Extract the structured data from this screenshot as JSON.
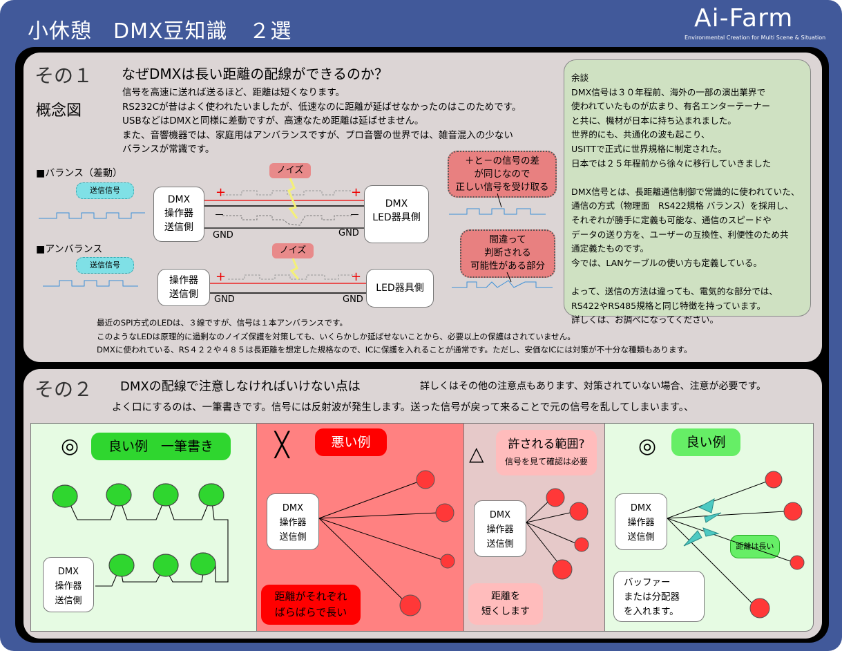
{
  "header": {
    "title": "小休憩　DMX豆知識　２選",
    "logo": "Ai-Farm",
    "logo_sub": "Environmental Creation for Multi Scene & Situation"
  },
  "part1": {
    "label": "その１",
    "heading": "なぜDMXは長い距離の配線ができるのか？",
    "concept": "概念図",
    "intro": [
      "信号を高速に送れば送るほど、距離は短くなります。",
      "RS232Cが昔はよく使われたいましたが、低速なのに距離が延ばせなかったのはこのためです。",
      "USBなどはDMXと同様に差動ですが、高速なため距離は延ばせません。",
      "また、音響機器では、家庭用はアンバランスですが、プロ音響の世界では、雑音混入の少ない",
      "バランスが常識です。"
    ],
    "balanced": {
      "label": "■バランス（差動）",
      "tag": "送信信号",
      "noise": "ノイズ",
      "plus": "+",
      "minus": "－",
      "gnd": "GND",
      "tx": [
        "DMX",
        "操作器",
        "送信側"
      ],
      "rx": [
        "DMX",
        "LED器具側"
      ],
      "bubble": [
        "＋と－の信号の差",
        "が同じなので",
        "正しい信号を受け取る"
      ]
    },
    "unbalanced": {
      "label": "■アンバランス",
      "tag": "送信信号",
      "noise": "ノイズ",
      "plus": "+",
      "gnd": "GND",
      "tx": [
        "操作器",
        "送信側"
      ],
      "rx": [
        "LED器具側"
      ],
      "bubble": [
        "間違って",
        "判断される",
        "可能性がある部分"
      ]
    },
    "aside": [
      "余談",
      "DMX信号は３０年程前、海外の一部の演出業界で",
      "使われていたものが広まり、有名エンターテーナー",
      "と共に、機材が日本に持ち込まれました。",
      "世界的にも、共通化の波も起こり、",
      "USITTで正式に世界規格に制定された。",
      "日本では２５年程前から徐々に移行していきました",
      "",
      "DMX信号とは、長距離通信制御で常識的に使われていた、",
      "通信の方式（物理面　RS422規格 バランス）を採用し、",
      "それぞれが勝手に定義も可能な、通信のスピードや",
      "データの送り方を、ユーザーの互換性、利便性のため共",
      "通定義たものです。",
      "今では、LANケーブルの使い方も定義している。",
      "",
      "よって、送信の方法は違っても、電気的な部分では、",
      "RS422やRS485規格と同じ特徴を持っています。",
      "詳しくは、お調べになってください。"
    ],
    "footer": [
      "最近のSPI方式のLEDは、３線ですが、信号は１本アンバランスです。",
      "このようなLEDは原理的に過剰なのノイズ保護を対策しても、いくらかしか延ばせないことから、必要以上の保護はされていません。",
      "DMXに使われている、RS４２２や４８５は長距離を想定した規格なので、ICに保護を入れることが通常です。ただし、安価なICには対策が不十分な種類もあります。"
    ]
  },
  "part2": {
    "label": "その２",
    "heading": "DMXの配線で注意しなければいけない点は",
    "heading_note": "詳しくはその他の注意点もあります、対策されていない場合、注意が必要です。",
    "intro": "よく口にするのは、一筆書きです。信号には反射波が発生します。送った信号が戻って来ることで元の信号を乱してしまいます。、",
    "dmx": [
      "DMX",
      "操作器",
      "送信側"
    ],
    "good1": {
      "mark": "◎",
      "title": "良い例　一筆書き"
    },
    "bad": {
      "mark": "╳",
      "title": "悪い例",
      "note": [
        "距離がそれぞれ",
        "ばらばらで長い"
      ]
    },
    "ok": {
      "mark": "△",
      "title": "許される範囲?",
      "sub": "信号を見て確認は必要",
      "note": [
        "距離を",
        "短くします"
      ]
    },
    "good2": {
      "mark": "◎",
      "title": "良い例",
      "len": "距離は長い",
      "note": [
        "バッファー",
        "または分配器",
        "を入れます。"
      ]
    }
  },
  "colors": {
    "frame": "#41599a",
    "panel": "#dcd5d5",
    "aside": "#cfe1c2",
    "good": "#2fd62f",
    "bad": "#ff0000",
    "node_red": "#ff3838"
  }
}
